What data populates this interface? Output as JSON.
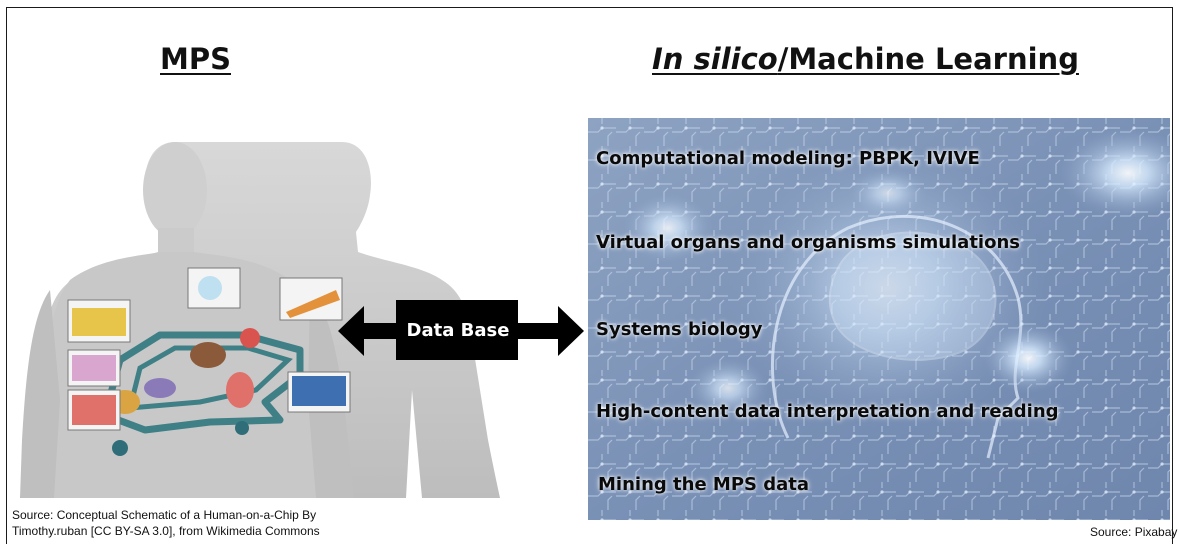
{
  "mps": {
    "title": "MPS",
    "source_line1": "Source: Conceptual Schematic of a Human-on-a-Chip By",
    "source_line2": "Timothy.ruban [CC BY-SA 3.0], from Wikimedia Commons"
  },
  "connector": {
    "label": "Data Base",
    "color": "#000000"
  },
  "ml": {
    "title_italic": "In silico",
    "title_rest": "/Machine Learning",
    "items": [
      "Computational modeling: PBPK, IVIVE",
      "Virtual organs and organisms simulations",
      "Systems biology",
      "High-content data interpretation and reading",
      "Mining the MPS data"
    ],
    "source": "Source: Pixabay"
  },
  "colors": {
    "panel_blue": "#7d93b8",
    "glow": "#e8f4ff",
    "body_gray": "#c9c9c9",
    "channel": "#3f7f86"
  }
}
